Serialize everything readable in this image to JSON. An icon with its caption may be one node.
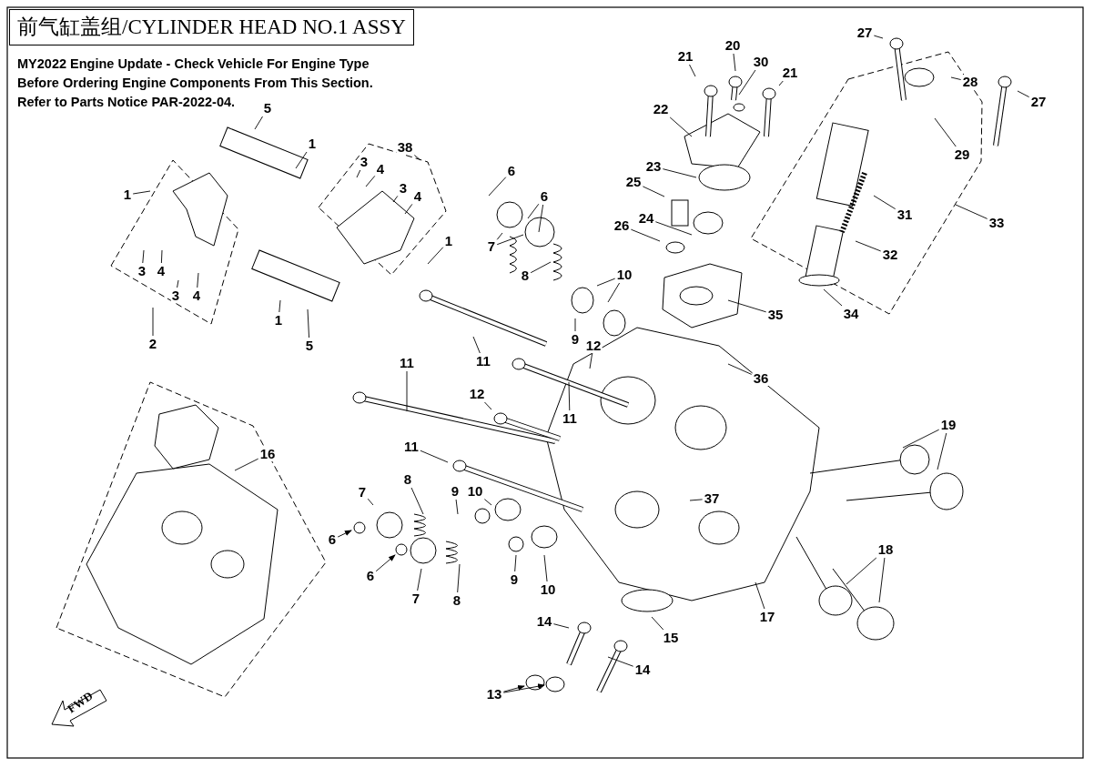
{
  "diagram": {
    "title": "前气缸盖组/CYLINDER HEAD NO.1 ASSY",
    "nodes": [
      {
        "text": [
          "27"
        ]
      },
      {
        "text": [
          "20"
        ]
      },
      {
        "text": [
          "21"
        ]
      },
      {
        "text": [
          "30"
        ]
      },
      {
        "text": [
          "21"
        ]
      },
      {
        "text": [
          "28"
        ]
      },
      {
        "text": [
          "27"
        ]
      },
      {
        "text": [
          "5"
        ]
      },
      {
        "text": [
          "22"
        ]
      },
      {
        "text": [
          "1"
        ]
      },
      {
        "text": [
          "38"
        ]
      },
      {
        "text": [
          "29"
        ]
      },
      {
        "text": [
          "6"
        ]
      },
      {
        "text": [
          "23"
        ]
      },
      {
        "text": [
          "3"
        ]
      },
      {
        "text": [
          "4"
        ]
      },
      {
        "text": [
          "25"
        ]
      },
      {
        "text": [
          "1"
        ]
      },
      {
        "text": [
          "6"
        ]
      },
      {
        "text": [
          "3"
        ]
      },
      {
        "text": [
          "4"
        ]
      },
      {
        "text": [
          "31"
        ]
      },
      {
        "text": [
          "26"
        ]
      },
      {
        "text": [
          "24"
        ]
      },
      {
        "text": [
          "7"
        ]
      },
      {
        "text": [
          "33"
        ]
      },
      {
        "text": [
          "1"
        ]
      },
      {
        "text": [
          "32"
        ]
      },
      {
        "text": [
          "8"
        ]
      },
      {
        "text": [
          "10"
        ]
      },
      {
        "text": [
          "3"
        ]
      },
      {
        "text": [
          "4"
        ]
      },
      {
        "text": [
          "3"
        ]
      },
      {
        "text": [
          "4"
        ]
      },
      {
        "text": [
          "9"
        ]
      },
      {
        "text": [
          "12"
        ]
      },
      {
        "text": [
          "1"
        ]
      },
      {
        "text": [
          "35"
        ]
      },
      {
        "text": [
          "34"
        ]
      },
      {
        "text": [
          "2"
        ]
      },
      {
        "text": [
          "5"
        ]
      },
      {
        "text": [
          "11"
        ]
      },
      {
        "text": [
          "36"
        ]
      },
      {
        "text": [
          "11"
        ]
      },
      {
        "text": [
          "12"
        ]
      },
      {
        "text": [
          "11"
        ]
      },
      {
        "text": [
          "19"
        ]
      },
      {
        "text": [
          "16"
        ]
      },
      {
        "text": [
          "11"
        ]
      },
      {
        "text": [
          "8"
        ]
      },
      {
        "text": [
          "9"
        ]
      },
      {
        "text": [
          "10"
        ]
      },
      {
        "text": [
          "7"
        ]
      },
      {
        "text": [
          "37"
        ]
      },
      {
        "text": [
          "8"
        ]
      },
      {
        "text": [
          "9"
        ]
      },
      {
        "text": [
          "10"
        ]
      },
      {
        "text": [
          "6"
        ]
      },
      {
        "text": [
          "6"
        ]
      },
      {
        "text": [
          "7"
        ]
      },
      {
        "text": [
          "18"
        ]
      },
      {
        "text": [
          "17"
        ]
      },
      {
        "text": [
          "15"
        ]
      },
      {
        "text": [
          "14"
        ]
      },
      {
        "text": [
          "14"
        ]
      },
      {
        "text": [
          "13"
        ]
      },
      {
        "text": [
          "FWD"
        ]
      }
    ],
    "edges": [
      {
        "from": 0,
        "to": null,
        "arrow": "none"
      },
      {
        "from": 1,
        "to": null,
        "arrow": "none"
      },
      {
        "from": 2,
        "to": null,
        "arrow": "none"
      },
      {
        "from": 3,
        "to": null,
        "arrow": "none"
      },
      {
        "from": 4,
        "to": null,
        "arrow": "none"
      },
      {
        "from": 5,
        "to": null,
        "arrow": "none"
      },
      {
        "from": 6,
        "to": null,
        "arrow": "none"
      },
      {
        "from": 7,
        "to": null,
        "arrow": "none"
      },
      {
        "from": 8,
        "to": null,
        "arrow": "none"
      },
      {
        "from": 9,
        "to": null,
        "arrow": "none"
      },
      {
        "from": 10,
        "to": null,
        "arrow": "none"
      },
      {
        "from": 11,
        "to": null,
        "arrow": "none"
      },
      {
        "from": 12,
        "to": null,
        "arrow": "none"
      },
      {
        "from": 13,
        "to": null,
        "arrow": "none"
      },
      {
        "from": 14,
        "to": null,
        "arrow": "none"
      },
      {
        "from": 15,
        "to": null,
        "arrow": "none"
      },
      {
        "from": 16,
        "to": null,
        "arrow": "none"
      },
      {
        "from": 17,
        "to": null,
        "arrow": "none"
      },
      {
        "from": 18,
        "to": null,
        "arrow": "none"
      },
      {
        "from": 18,
        "to": null,
        "arrow": "none"
      },
      {
        "from": 19,
        "to": null,
        "arrow": "none"
      },
      {
        "from": 20,
        "to": null,
        "arrow": "none"
      },
      {
        "from": 21,
        "to": null,
        "arrow": "none"
      },
      {
        "from": 22,
        "to": null,
        "arrow": "none"
      },
      {
        "from": 23,
        "to": null,
        "arrow": "none"
      },
      {
        "from": 24,
        "to": null,
        "arrow": "none"
      },
      {
        "from": 24,
        "to": null,
        "arrow": "none"
      },
      {
        "from": 25,
        "to": null,
        "arrow": "none"
      },
      {
        "from": 26,
        "to": null,
        "arrow": "none"
      },
      {
        "from": 27,
        "to": null,
        "arrow": "none"
      },
      {
        "from": 28,
        "to": null,
        "arrow": "none"
      },
      {
        "from": 29,
        "to": null,
        "arrow": "none"
      },
      {
        "from": 29,
        "to": null,
        "arrow": "none"
      },
      {
        "from": 30,
        "to": null,
        "arrow": "none"
      },
      {
        "from": 31,
        "to": null,
        "arrow": "none"
      },
      {
        "from": 32,
        "to": null,
        "arrow": "none"
      },
      {
        "from": 33,
        "to": null,
        "arrow": "none"
      },
      {
        "from": 34,
        "to": null,
        "arrow": "none"
      },
      {
        "from": 35,
        "to": null,
        "arrow": "none"
      },
      {
        "from": 36,
        "to": null,
        "arrow": "none"
      },
      {
        "from": 37,
        "to": null,
        "arrow": "none"
      },
      {
        "from": 38,
        "to": null,
        "arrow": "none"
      },
      {
        "from": 39,
        "to": null,
        "arrow": "none"
      },
      {
        "from": 40,
        "to": null,
        "arrow": "none"
      },
      {
        "from": 41,
        "to": null,
        "arrow": "none"
      },
      {
        "from": 42,
        "to": null,
        "arrow": "none"
      },
      {
        "from": 43,
        "to": null,
        "arrow": "none"
      },
      {
        "from": 44,
        "to": null,
        "arrow": "none"
      },
      {
        "from": 45,
        "to": null,
        "arrow": "none"
      },
      {
        "from": 46,
        "to": null,
        "arrow": "none"
      },
      {
        "from": 46,
        "to": null,
        "arrow": "none"
      },
      {
        "from": 47,
        "to": null,
        "arrow": "none"
      },
      {
        "from": 48,
        "to": null,
        "arrow": "none"
      },
      {
        "from": 49,
        "to": null,
        "arrow": "none"
      },
      {
        "from": 50,
        "to": null,
        "arrow": "none"
      },
      {
        "from": 51,
        "to": null,
        "arrow": "none"
      },
      {
        "from": 52,
        "to": null,
        "arrow": "none"
      },
      {
        "from": 53,
        "to": null,
        "arrow": "none"
      },
      {
        "from": 54,
        "to": null,
        "arrow": "none"
      },
      {
        "from": 55,
        "to": null,
        "arrow": "none"
      },
      {
        "from": 56,
        "to": null,
        "arrow": "none"
      },
      {
        "from": 57,
        "to": null,
        "arrow": "to"
      },
      {
        "from": 58,
        "to": null,
        "arrow": "to"
      },
      {
        "from": 59,
        "to": null,
        "arrow": "none"
      },
      {
        "from": 60,
        "to": null,
        "arrow": "none"
      },
      {
        "from": 60,
        "to": null,
        "arrow": "none"
      },
      {
        "from": 61,
        "to": null,
        "arrow": "none"
      },
      {
        "from": 62,
        "to": null,
        "arrow": "none"
      },
      {
        "from": 63,
        "to": null,
        "arrow": "none"
      },
      {
        "from": 64,
        "to": null,
        "arrow": "none"
      },
      {
        "from": 65,
        "to": null,
        "arrow": "to"
      },
      {
        "from": 65,
        "to": null,
        "arrow": "to"
      }
    ],
    "labels": [
      "MY2022 Engine Update - Check Vehicle For Engine Type Before Ordering Engine Components From This Section. Refer to Parts Notice PAR-2022-04."
    ]
  }
}
